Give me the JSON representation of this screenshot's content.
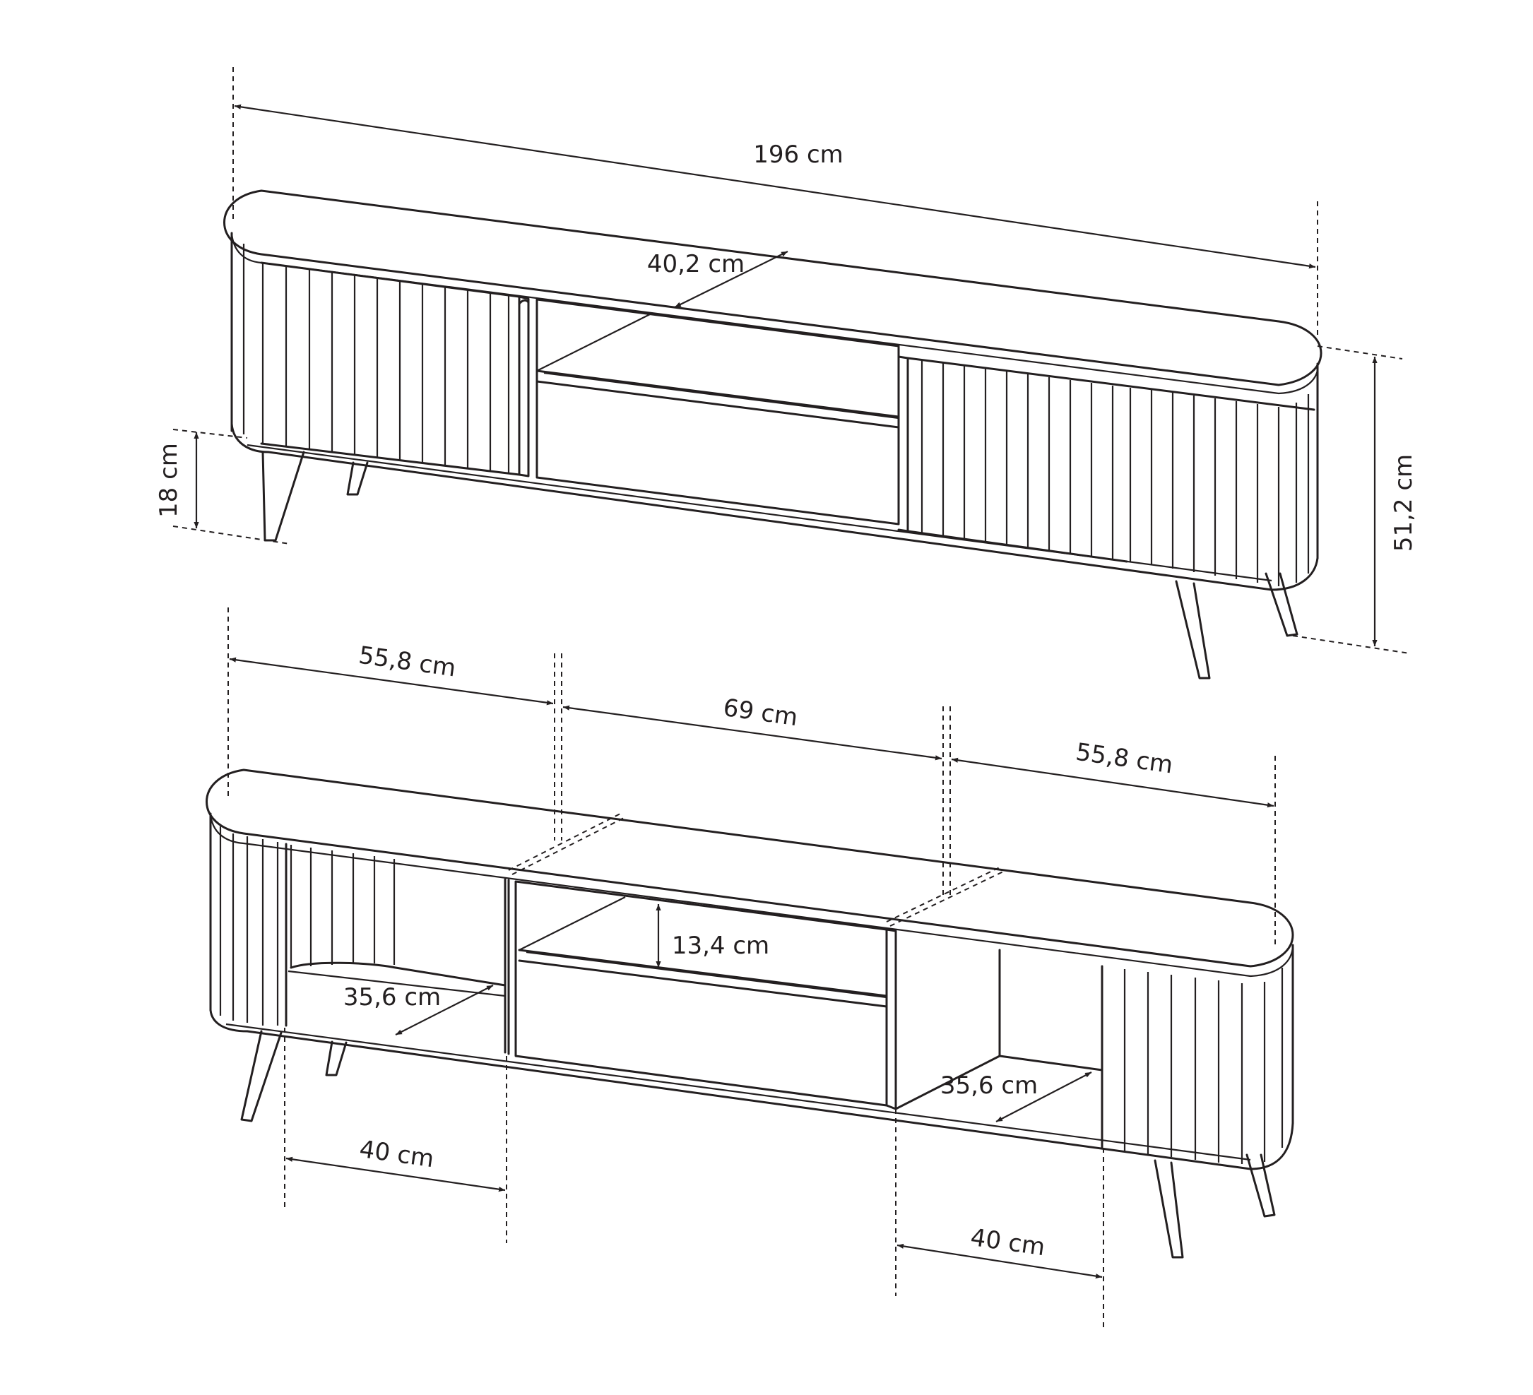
{
  "colors": {
    "line": "#231f20",
    "background": "#ffffff"
  },
  "dimensions": {
    "total_width": "196 cm",
    "depth": "40,2 cm",
    "total_height": "51,2 cm",
    "leg_height": "18 cm",
    "left_section_width": "55,8 cm",
    "middle_section_width": "69 cm",
    "right_section_width": "55,8 cm",
    "shelf_height": "13,4 cm",
    "left_cabinet_depth": "35,6 cm",
    "right_cabinet_depth": "35,6 cm",
    "left_cabinet_width": "40 cm",
    "right_cabinet_width": "40 cm"
  }
}
